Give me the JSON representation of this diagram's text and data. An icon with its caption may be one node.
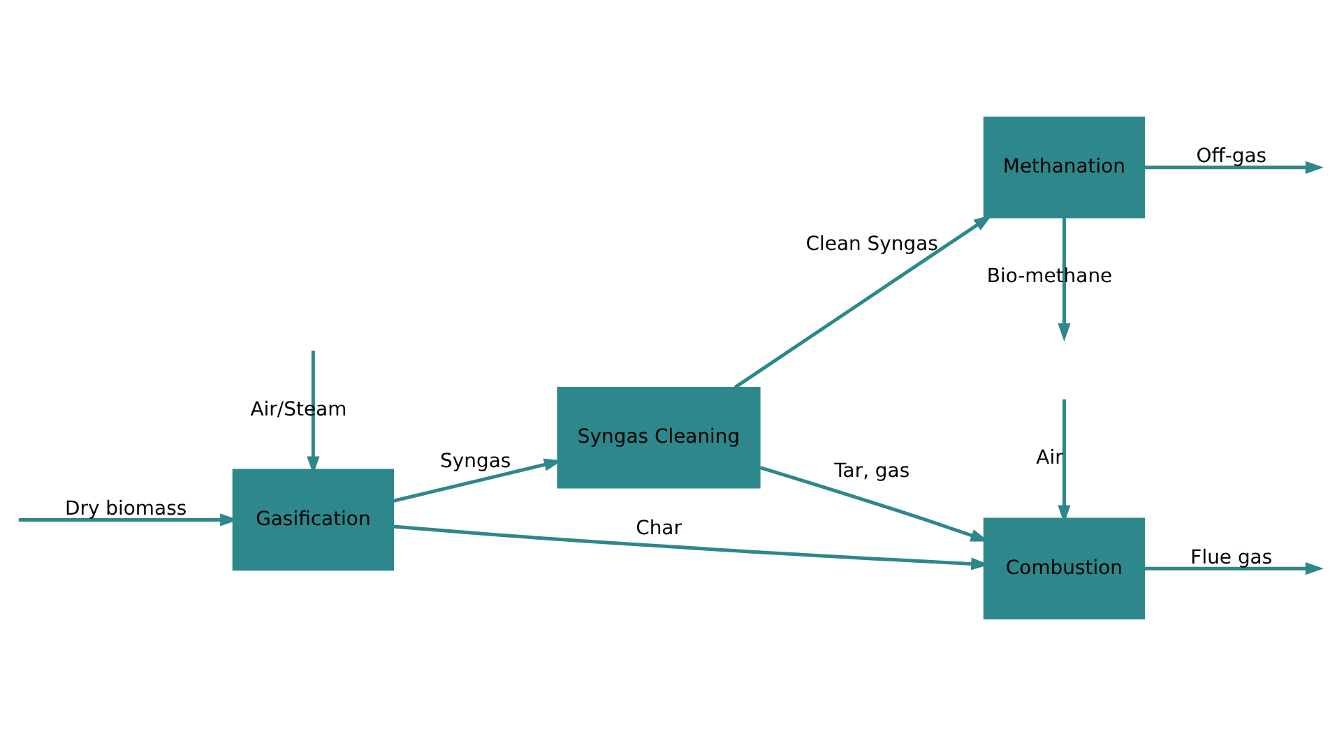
{
  "diagram": {
    "nodes": [
      {
        "text": [
          "Gasification"
        ]
      },
      {
        "text": [
          "Syngas Cleaning"
        ]
      },
      {
        "text": [
          "Methanation"
        ]
      },
      {
        "text": [
          "Combustion"
        ]
      }
    ],
    "edges": [
      {
        "from": null,
        "to": 0,
        "arrow": "to",
        "label": "Dry biomass"
      },
      {
        "from": null,
        "to": 0,
        "arrow": "to",
        "label": "Air/Steam"
      },
      {
        "from": 0,
        "to": 1,
        "arrow": "to",
        "label": "Syngas"
      },
      {
        "from": 1,
        "to": 2,
        "arrow": "to",
        "label": "Clean Syngas"
      },
      {
        "from": 2,
        "to": null,
        "arrow": "to",
        "label": "Off-gas"
      },
      {
        "from": 2,
        "to": null,
        "arrow": "to",
        "label": "Bio-methane"
      },
      {
        "from": 0,
        "to": 3,
        "arrow": "to",
        "label": "Char"
      },
      {
        "from": 1,
        "to": 3,
        "arrow": "to",
        "label": "Tar, gas"
      },
      {
        "from": 3,
        "to": null,
        "arrow": "to",
        "label": "Flue gas"
      },
      {
        "from": null,
        "to": 3,
        "arrow": "to",
        "label": "Air"
      }
    ]
  }
}
